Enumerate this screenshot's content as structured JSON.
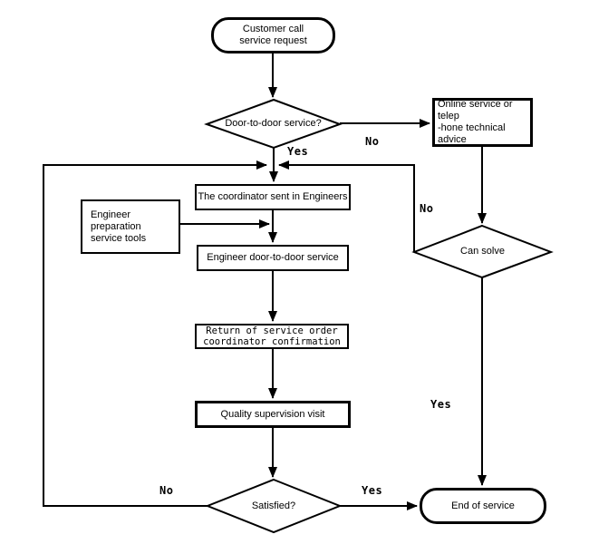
{
  "flowchart": {
    "nodes": {
      "start": {
        "label": "Customer call\nservice request"
      },
      "door_decision": {
        "label": "Door-to-door service?"
      },
      "online": {
        "label": "Online service or telep\n-hone technical advice"
      },
      "coordinator": {
        "label": "The coordinator sent in Engineers"
      },
      "prep": {
        "label": "Engineer preparation\nservice tools"
      },
      "engineer": {
        "label": "Engineer door-to-door service"
      },
      "return_order": {
        "label": "Return of service order\ncoordinator confirmation"
      },
      "quality": {
        "label": "Quality supervision visit"
      },
      "can_solve": {
        "label": "Can solve"
      },
      "satisfied": {
        "label": "Satisfied?"
      },
      "end": {
        "label": "End of service"
      }
    },
    "edge_labels": {
      "door_no": "No",
      "door_yes": "Yes",
      "can_solve_no": "No",
      "can_solve_yes": "Yes",
      "satisfied_no": "No",
      "satisfied_yes": "Yes"
    },
    "colors": {
      "line": "#000000",
      "background": "#ffffff",
      "text": "#000000"
    }
  }
}
